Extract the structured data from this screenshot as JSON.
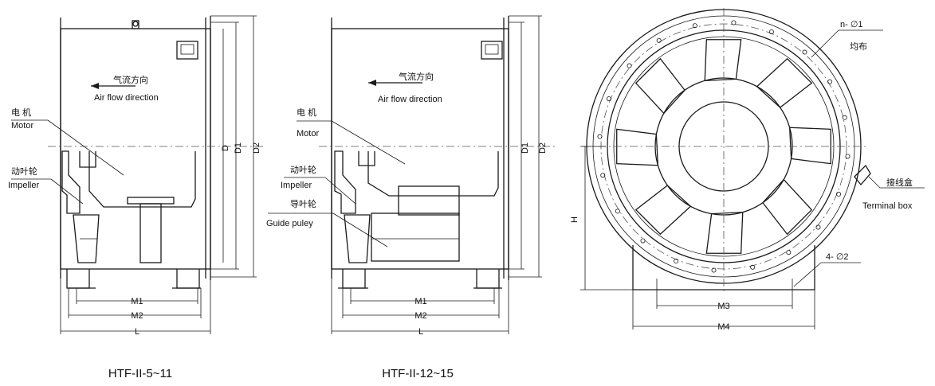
{
  "views": {
    "model_a": {
      "caption": "HTF-II-5~11",
      "airflow_cn": "气流方向",
      "airflow_en": "Air flow direction",
      "motor_cn": "电 机",
      "motor_en": "Motor",
      "impeller_cn": "动叶轮",
      "impeller_en": "Impeller",
      "dim_m1": "M1",
      "dim_m2": "M2",
      "dim_l": "L",
      "dim_d": "D",
      "dim_d1": "D1",
      "dim_d2": "D2"
    },
    "model_b": {
      "caption": "HTF-II-12~15",
      "airflow_cn": "气流方向",
      "airflow_en": "Air flow direction",
      "motor_cn": "电 机",
      "motor_en": "Motor",
      "impeller_cn": "动叶轮",
      "impeller_en": "Impeller",
      "guide_cn": "导叶轮",
      "guide_en": "Guide puley",
      "dim_m1": "M1",
      "dim_m2": "M2",
      "dim_l": "L",
      "dim_d1": "D1",
      "dim_d2": "D2"
    },
    "front": {
      "holes_label": "n- ∅1",
      "holes_note": "均布",
      "terminal_cn": "接线盒",
      "terminal_en": "Terminal box",
      "base_holes": "4- ∅2",
      "dim_h": "H",
      "dim_m3": "M3",
      "dim_m4": "M4"
    }
  }
}
